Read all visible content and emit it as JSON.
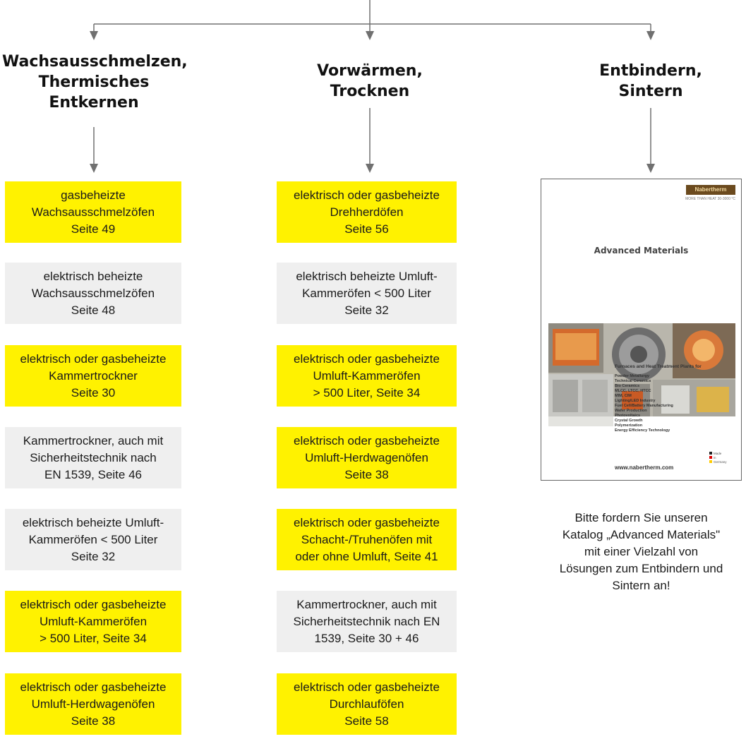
{
  "headings": {
    "col1": [
      "Wachsausschmelzen,",
      "Thermisches",
      "Entkernen"
    ],
    "col2": [
      "Vorwärmen,",
      "Trocknen"
    ],
    "col3": [
      "Entbindern,",
      "Sintern"
    ]
  },
  "col1_boxes": [
    {
      "color": "yellow",
      "lines": [
        "gasbeheizte",
        "Wachsausschmelzöfen",
        "Seite 49"
      ]
    },
    {
      "color": "grey",
      "lines": [
        "elektrisch beheizte",
        "Wachsausschmelzöfen",
        "Seite 48"
      ]
    },
    {
      "color": "yellow",
      "lines": [
        "elektrisch oder gasbeheizte",
        "Kammertrockner",
        "Seite 30"
      ]
    },
    {
      "color": "grey",
      "lines": [
        "Kammertrockner, auch mit",
        "Sicherheitstechnik nach",
        "EN 1539, Seite 46"
      ]
    },
    {
      "color": "grey",
      "lines": [
        "elektrisch beheizte Umluft-",
        "Kammeröfen < 500 Liter",
        "Seite 32"
      ]
    },
    {
      "color": "yellow",
      "lines": [
        "elektrisch oder gasbeheizte",
        "Umluft-Kammeröfen",
        "> 500 Liter, Seite 34"
      ]
    },
    {
      "color": "yellow",
      "lines": [
        "elektrisch oder gasbeheizte",
        "Umluft-Herdwagenöfen",
        "Seite 38"
      ]
    }
  ],
  "col2_boxes": [
    {
      "color": "yellow",
      "lines": [
        "elektrisch oder gasbeheizte",
        "Drehherdöfen",
        "Seite 56"
      ]
    },
    {
      "color": "grey",
      "lines": [
        "elektrisch beheizte Umluft-",
        "Kammeröfen < 500 Liter",
        "Seite 32"
      ]
    },
    {
      "color": "yellow",
      "lines": [
        "elektrisch oder gasbeheizte",
        "Umluft-Kammeröfen",
        "> 500 Liter, Seite 34"
      ]
    },
    {
      "color": "yellow",
      "lines": [
        "elektrisch oder gasbeheizte",
        "Umluft-Herdwagenöfen",
        "Seite 38"
      ]
    },
    {
      "color": "yellow",
      "lines": [
        "elektrisch oder gasbeheizte",
        "Schacht-/Truhenöfen mit",
        "oder ohne Umluft, Seite 41"
      ]
    },
    {
      "color": "grey",
      "lines": [
        "Kammertrockner, auch mit",
        "Sicherheitstechnik nach EN",
        "1539, Seite 30 + 46"
      ]
    },
    {
      "color": "yellow",
      "lines": [
        "elektrisch oder gasbeheizte",
        "Durchlauföfen",
        "Seite 58"
      ]
    }
  ],
  "catalog": {
    "logo": "Nabertherm",
    "subline": "MORE THAN HEAT 30-3000 °C",
    "title": "Advanced Materials",
    "subtitle": "Furnaces and Heat Treatment Plants for",
    "items": [
      "Powder Metallurgy",
      "Technical Ceramics",
      "Bio Ceramics",
      "MLCC, LTCC, HTCC",
      "MIM, CIM",
      "Lighting/LED Industry",
      "Fuel Cell/Battery Manufacturing",
      "Wafer Production",
      "Photovoltaics",
      "Crystal Growth",
      "Polymerization",
      "Energy Efficiency Technology"
    ],
    "url": "www.nabertherm.com",
    "flag": [
      "Made",
      "in",
      "Germany"
    ]
  },
  "note": [
    "Bitte fordern Sie unseren",
    "Katalog „Advanced Materials\"",
    "mit einer Vielzahl von",
    "Lösungen zum Entbindern und",
    "Sintern an!"
  ],
  "colors": {
    "yellow": "#fff200",
    "grey": "#efefef",
    "arrow": "#707070"
  }
}
